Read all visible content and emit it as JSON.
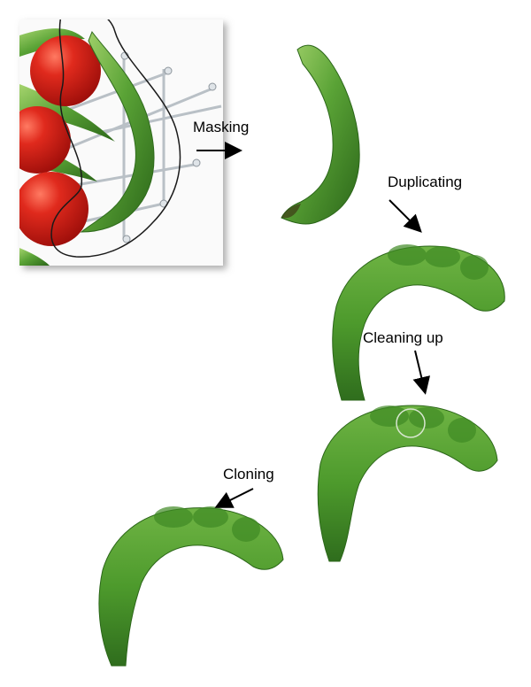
{
  "steps": [
    {
      "id": "masking",
      "label": "Masking"
    },
    {
      "id": "duplicating",
      "label": "Duplicating"
    },
    {
      "id": "cleaning",
      "label": "Cleaning up"
    },
    {
      "id": "cloning",
      "label": "Cloning"
    }
  ],
  "colors": {
    "pepper_light": "#8fc45a",
    "pepper_mid": "#4f9a2f",
    "pepper_dark": "#2d6a1c",
    "tomato": "#d8201a",
    "tomato_highlight": "#ff6b55",
    "arrow": "#000000",
    "frame_shadow": "#9a9a9a"
  },
  "icons": {
    "arrow": "black-arrow",
    "photo": "pepper-and-tomato-photo"
  }
}
